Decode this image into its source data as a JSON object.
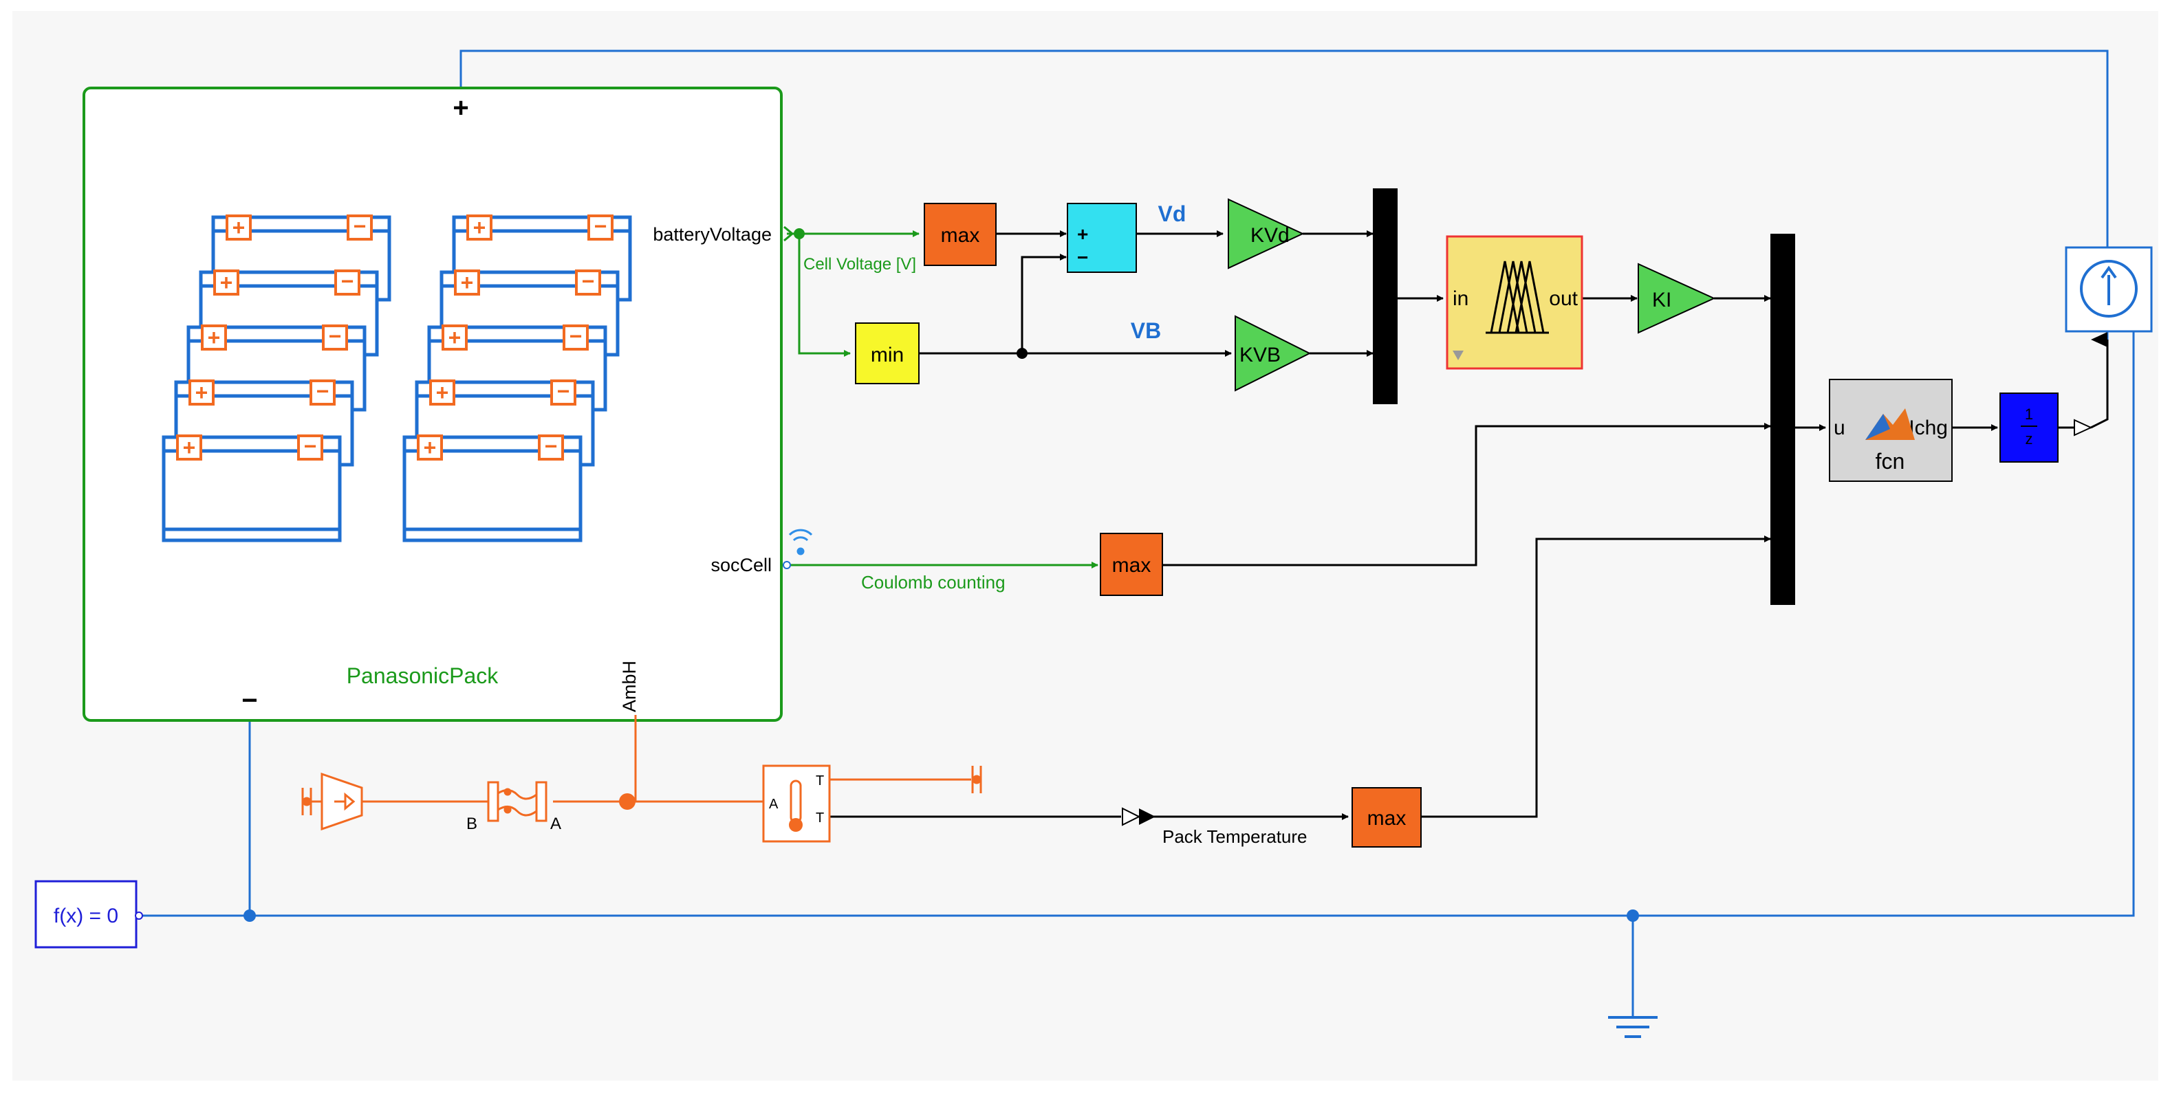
{
  "pack": {
    "name": "PanasonicPack",
    "port_out_voltage": "batteryVoltage",
    "port_out_soc": "socCell",
    "port_thermal": "AmbH",
    "pos_terminal": "+",
    "neg_terminal": "−",
    "cell_plus": "+",
    "cell_minus": "−"
  },
  "signals": {
    "cell_voltage": "Cell Voltage [V]",
    "coulomb_counting": "Coulomb counting",
    "pack_temperature": "Pack Temperature",
    "vd": "Vd",
    "vb": "VB"
  },
  "blocks": {
    "max_voltage": "max",
    "min_voltage": "min",
    "sum_plus": "+",
    "sum_minus": "−",
    "gain_kvd": "KVd",
    "gain_kvb": "KVB",
    "fuzzy_in": "in",
    "fuzzy_out": "out",
    "gain_ki": "KI",
    "max_soc": "max",
    "max_temp": "max",
    "fcn_in": "u",
    "fcn_out": "Ichg",
    "fcn_name": "fcn",
    "tf_num": "1",
    "tf_den": "z",
    "solver": "f(x) = 0",
    "thermal_a": "A",
    "thermal_b": "B",
    "sensor_a": "A",
    "sensor_t1": "T",
    "sensor_t2": "T"
  },
  "colors": {
    "electrical": "#1f6fd1",
    "signal_green": "#1b9a1b",
    "thermal": "#f26a21",
    "orange_block": "#f26a21",
    "cyan_block": "#33e0f0",
    "yellow_block": "#f7f72a",
    "green_block": "#55d255",
    "fuzzy_block": "#f5e27a",
    "gray_block": "#d6d6d6",
    "blue_block": "#0a0aff",
    "mux": "#000000"
  }
}
